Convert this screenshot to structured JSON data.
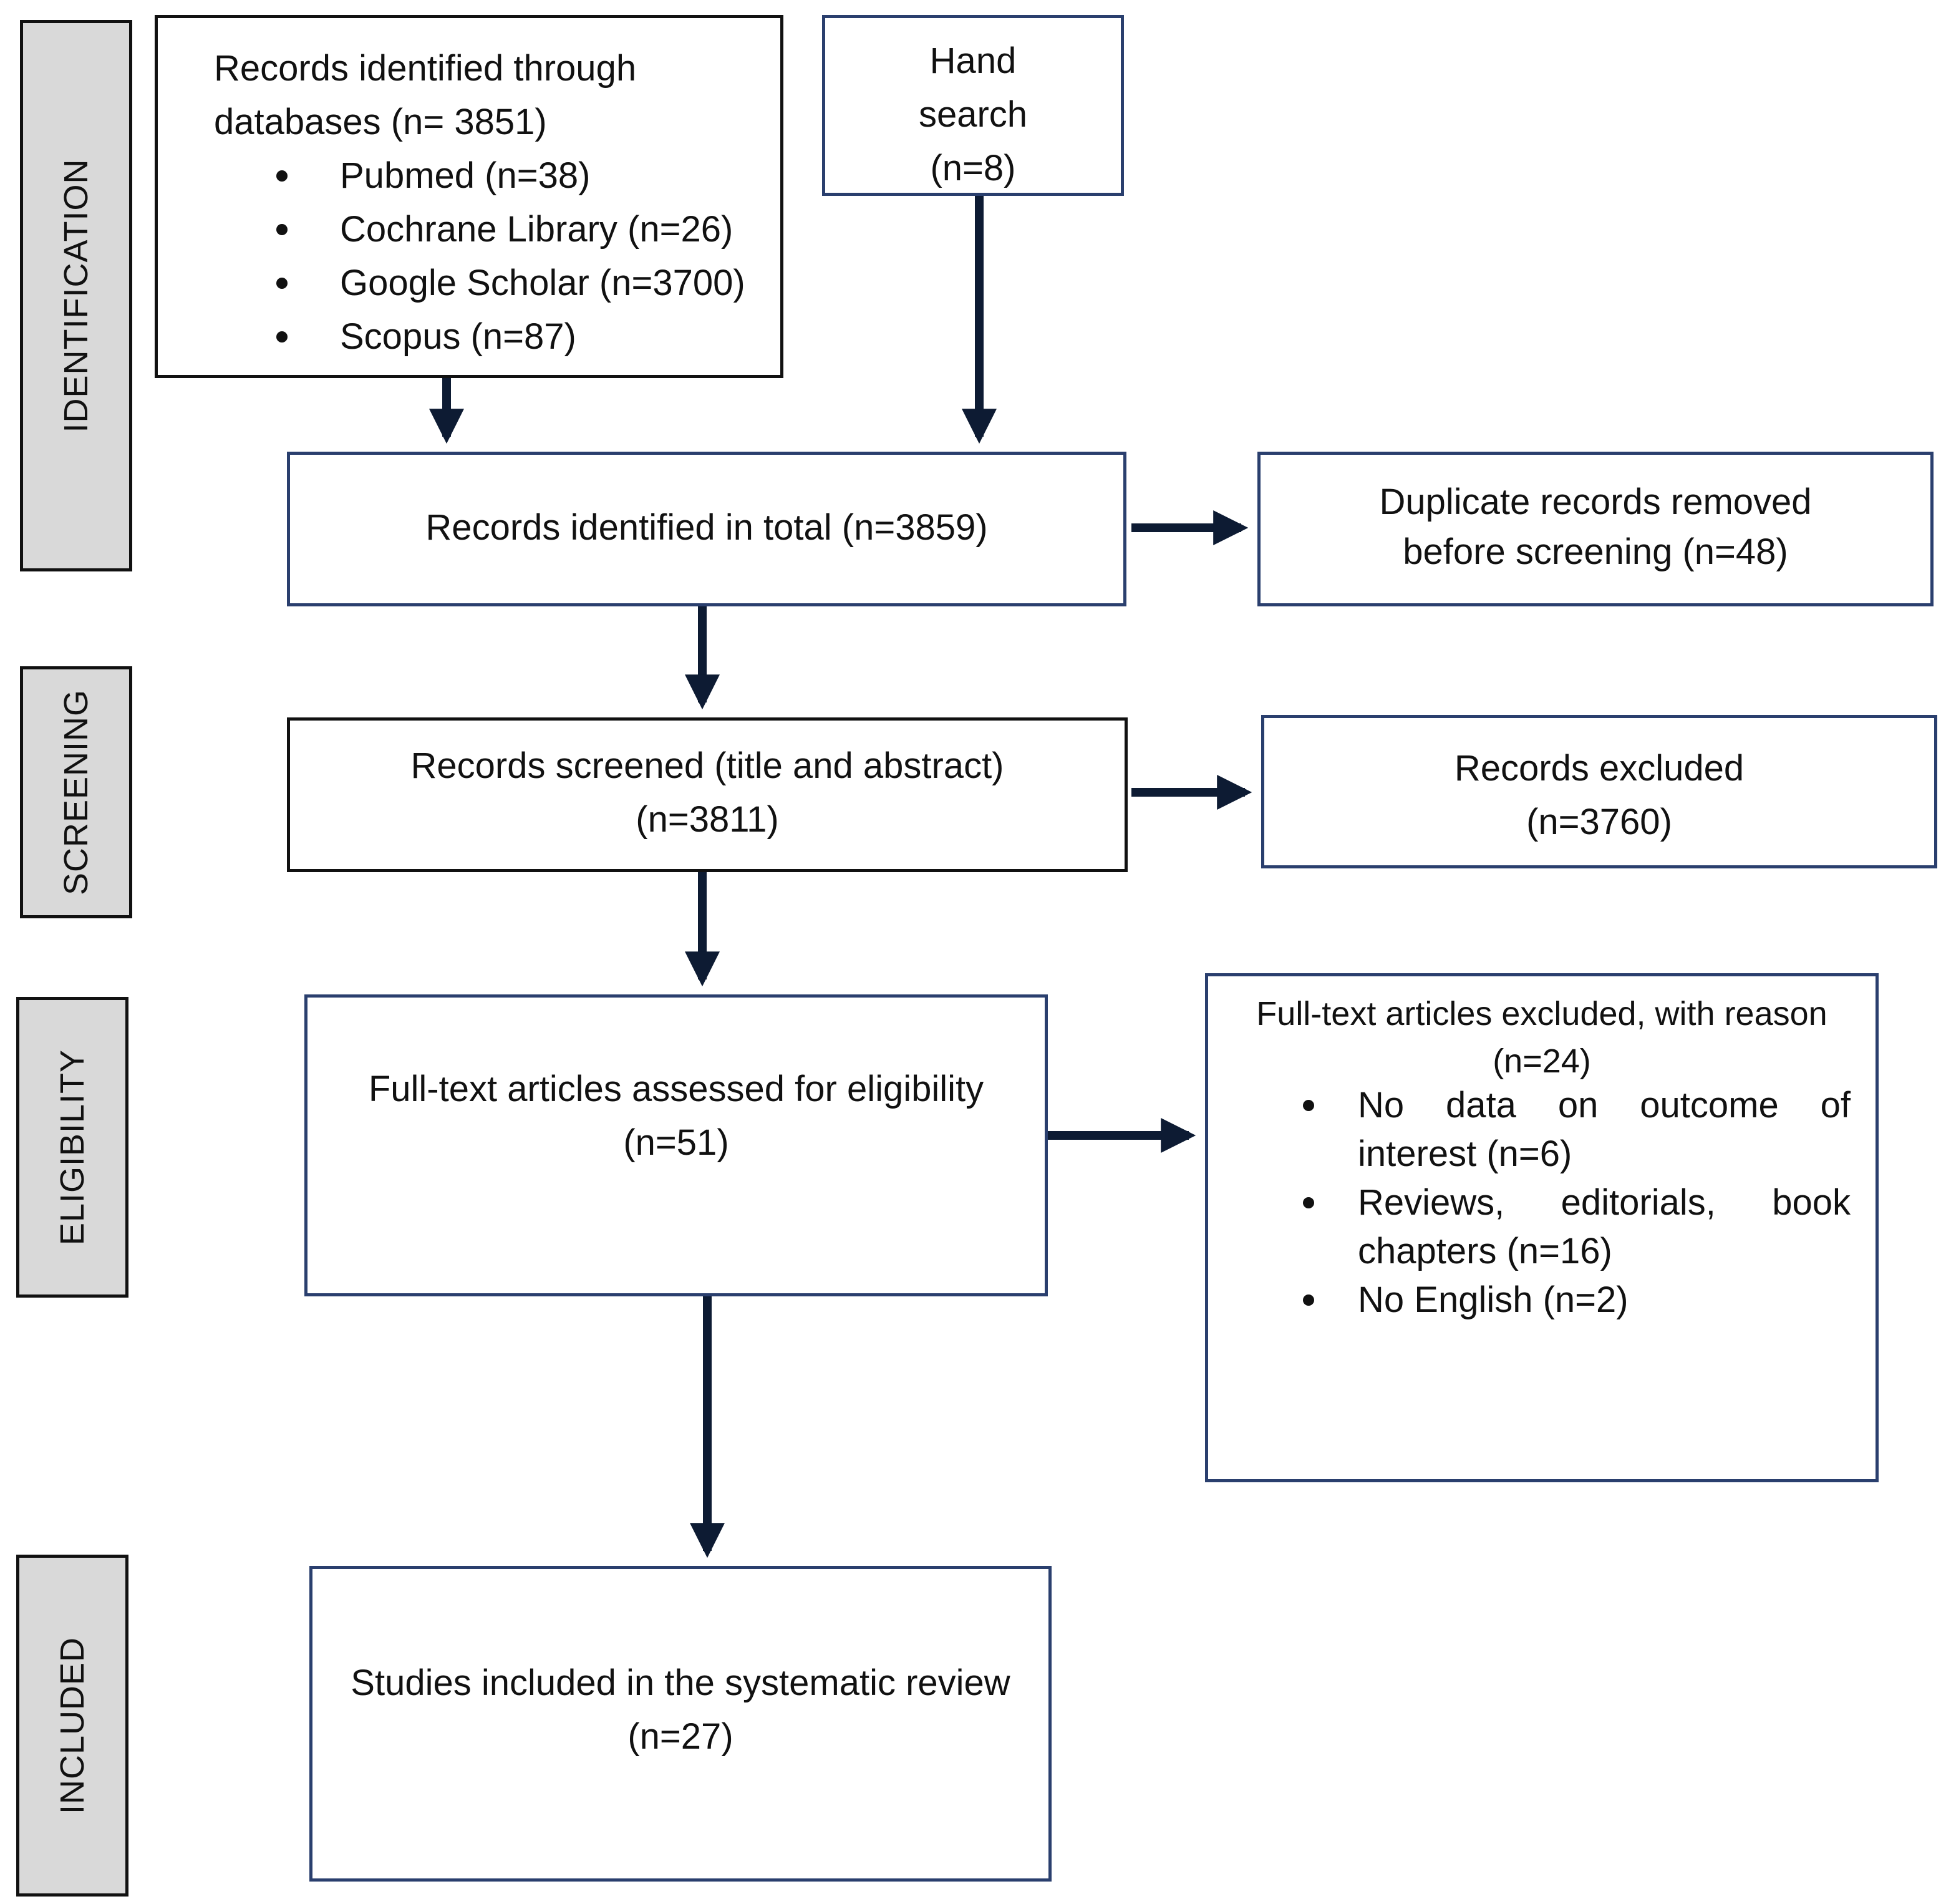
{
  "phases": {
    "identification": "IDENTIFICATION",
    "screening": "SCREENING",
    "eligibility": "ELIGIBILITY",
    "included": "INCLUDED"
  },
  "identification_box": {
    "title_line1": "Records identified through",
    "title_line2": "databases (n= 3851)",
    "sources": [
      "Pubmed (n=38)",
      "Cochrane Library (n=26)",
      "Google Scholar (n=3700)",
      "Scopus (n=87)"
    ]
  },
  "hand_search": {
    "line1": "Hand",
    "line2": "search",
    "line3": "(n=8)"
  },
  "total": {
    "line1": "Records identified in total (n=3859)"
  },
  "duplicates": {
    "line1": "Duplicate records removed",
    "line2": "before screening (n=48)"
  },
  "screened": {
    "line1": "Records screened (title and abstract)",
    "line2": "(n=3811)"
  },
  "excluded": {
    "line1": "Records excluded",
    "line2": "(n=3760)"
  },
  "fulltext": {
    "line1": "Full-text articles assessed for eligibility",
    "line2": "(n=51)"
  },
  "fulltext_excluded": {
    "title_line1": "Full-text articles excluded, with reason",
    "title_line2": "(n=24)",
    "reasons": [
      "No data on outcome of interest (n=6)",
      "Reviews, editorials, book chapters (n=16)",
      "No English (n=2)"
    ]
  },
  "included_studies": {
    "line1": "Studies included in the systematic review",
    "line2": "(n=27)"
  },
  "colors": {
    "box_border_blue": "#2a3f6e",
    "arrow": "#0d1b33",
    "phase_fill": "#d9d9d9"
  }
}
